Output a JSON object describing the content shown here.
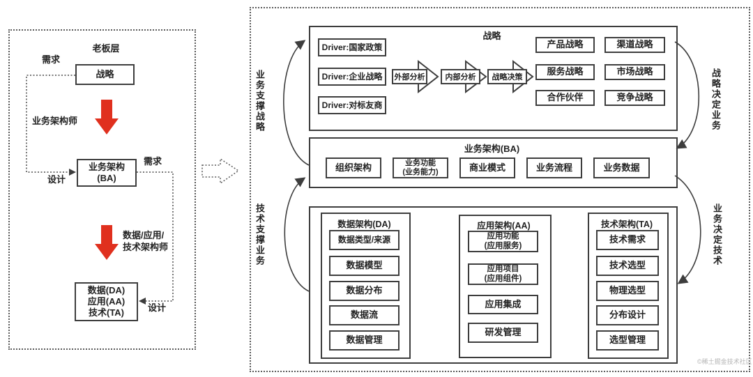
{
  "watermark": "©稀土掘金技术社区",
  "colors": {
    "line": "#3d3d3d",
    "red": "#e0301e"
  },
  "left_panel": {
    "title": "老板层",
    "strategy": "战略",
    "ba": "业务架构\n(BA)",
    "daat": "数据(DA)\n应用(AA)\n技术(TA)",
    "demand_top": "需求",
    "business_architect": "业务架构师",
    "design_top": "设计",
    "demand_right": "需求",
    "data_app_tech_architect": "数据/应用/\n技术架构师",
    "design_bottom": "设计"
  },
  "right_panel": {
    "strategy": {
      "title": "战略",
      "drivers": [
        "Driver:国家政策",
        "Driver:企业战略",
        "Driver:对标友商"
      ],
      "process": [
        "外部分析",
        "内部分析",
        "战略决策"
      ],
      "strategies": [
        "产品战略",
        "渠道战略",
        "服务战略",
        "市场战略",
        "合作伙伴",
        "竞争战略"
      ]
    },
    "ba": {
      "title": "业务架构(BA)",
      "items": [
        "组织架构",
        "业务功能\n(业务能力)",
        "商业模式",
        "业务流程",
        "业务数据"
      ]
    },
    "da": {
      "title": "数据架构(DA)",
      "items": [
        "数据类型/来源",
        "数据模型",
        "数据分布",
        "数据流",
        "数据管理"
      ]
    },
    "aa": {
      "title": "应用架构(AA)",
      "items": [
        "应用功能\n(应用服务)",
        "应用项目\n(应用组件)",
        "应用集成",
        "研发管理"
      ]
    },
    "ta": {
      "title": "技术架构(TA)",
      "items": [
        "技术需求",
        "技术选型",
        "物理选型",
        "分布设计",
        "选型管理"
      ]
    },
    "side_labels": {
      "left_top": "业务支撑战略",
      "left_bottom": "技术支撑业务",
      "right_top": "战略决定业务",
      "right_bottom": "业务决定技术"
    }
  }
}
